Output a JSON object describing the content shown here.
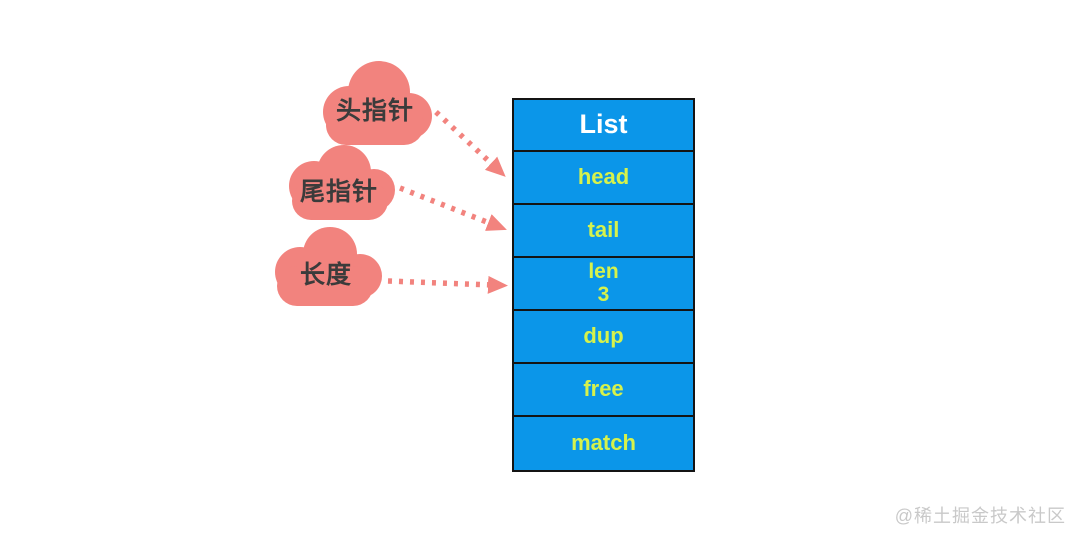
{
  "diagram": {
    "clouds": [
      {
        "label": "头指针"
      },
      {
        "label": "尾指针"
      },
      {
        "label": "长度"
      }
    ],
    "table": {
      "header": "List",
      "rows": [
        {
          "label": "head"
        },
        {
          "label": "tail"
        },
        {
          "label": "len",
          "value": "3"
        },
        {
          "label": "dup"
        },
        {
          "label": "free"
        },
        {
          "label": "match"
        }
      ]
    },
    "watermark": "@稀土掘金技术社区",
    "colors": {
      "cloud_fill": "#F2837E",
      "arrow": "#F2837E",
      "table_fill": "#0B96E9",
      "table_border": "#141414",
      "header_text": "#FFFFFF",
      "row_text": "#D6F24C",
      "cloud_label_text": "#3B3B3B",
      "watermark_text": "#C9C9C9",
      "background": "#FFFFFF"
    }
  }
}
